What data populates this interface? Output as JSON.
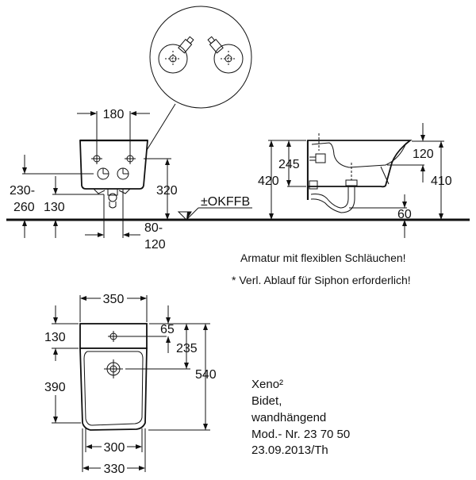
{
  "product": {
    "series": "Xeno²",
    "type": "Bidet,",
    "mounting": "wandhängend",
    "model_number": "Mod.- Nr. 23 70 50",
    "date_author": "23.09.2013/Th"
  },
  "notes": {
    "fitting": "Armatur mit flexiblen Schläuchen!",
    "drain": "* Verl. Ablauf für Siphon erforderlich!"
  },
  "front_view": {
    "tap_spacing": "180",
    "supply_height_range_top": "230-",
    "supply_height_range_bottom": "260",
    "drain_height": "130",
    "fixing_height": "320",
    "drain_width_top": "80-",
    "drain_width_bottom": "120",
    "floor_reference": "±OKFFB"
  },
  "side_view": {
    "fixing_height": "245",
    "total_height": "420",
    "rim_depth": "120",
    "rim_height": "410",
    "siphon_clearance": "60"
  },
  "top_view": {
    "width": "350",
    "rear_depth": "130",
    "bowl_depth": "390",
    "tap_hole_offset": "65",
    "drain_offset": "235",
    "total_depth": "540",
    "inner_width": "300",
    "front_width": "330"
  },
  "detail_view": {
    "label": "connection-detail"
  }
}
